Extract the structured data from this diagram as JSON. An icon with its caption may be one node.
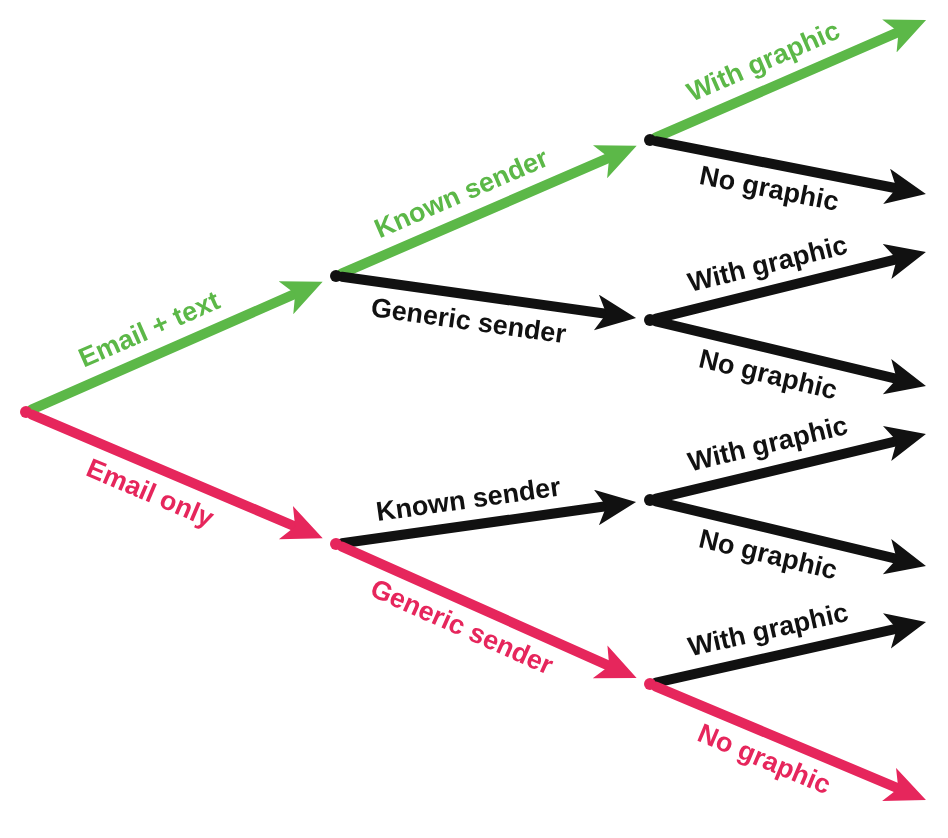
{
  "diagram": {
    "nodes": [
      {
        "text": [],
        "shape": "point"
      },
      {
        "text": [],
        "shape": "point"
      },
      {
        "text": [],
        "shape": "point"
      },
      {
        "text": [],
        "shape": "point"
      },
      {
        "text": [],
        "shape": "point"
      },
      {
        "text": [],
        "shape": "point"
      },
      {
        "text": [],
        "shape": "point"
      }
    ],
    "edges": [
      {
        "from": 0,
        "to": 1,
        "arrow": "to",
        "label": "Email + text",
        "color": "#5cb848"
      },
      {
        "from": 0,
        "to": 2,
        "arrow": "to",
        "label": "Email only",
        "color": "#e6265c"
      },
      {
        "from": 1,
        "to": 3,
        "arrow": "to",
        "label": "Known sender",
        "color": "#5cb848"
      },
      {
        "from": 1,
        "to": 4,
        "arrow": "to",
        "label": "Generic sender"
      },
      {
        "from": 2,
        "to": 5,
        "arrow": "to",
        "label": "Known sender"
      },
      {
        "from": 2,
        "to": 6,
        "arrow": "to",
        "label": "Generic sender",
        "color": "#e6265c"
      },
      {
        "from": 3,
        "to": null,
        "arrow": "to",
        "label": "With graphic",
        "color": "#5cb848"
      },
      {
        "from": 3,
        "to": null,
        "arrow": "to",
        "label": "No graphic"
      },
      {
        "from": 4,
        "to": null,
        "arrow": "to",
        "label": "With graphic"
      },
      {
        "from": 4,
        "to": null,
        "arrow": "to",
        "label": "No graphic"
      },
      {
        "from": 5,
        "to": null,
        "arrow": "to",
        "label": "With graphic"
      },
      {
        "from": 5,
        "to": null,
        "arrow": "to",
        "label": "No graphic"
      },
      {
        "from": 6,
        "to": null,
        "arrow": "to",
        "label": "With graphic"
      },
      {
        "from": 6,
        "to": null,
        "arrow": "to",
        "label": "No graphic",
        "color": "#e6265c"
      }
    ]
  }
}
